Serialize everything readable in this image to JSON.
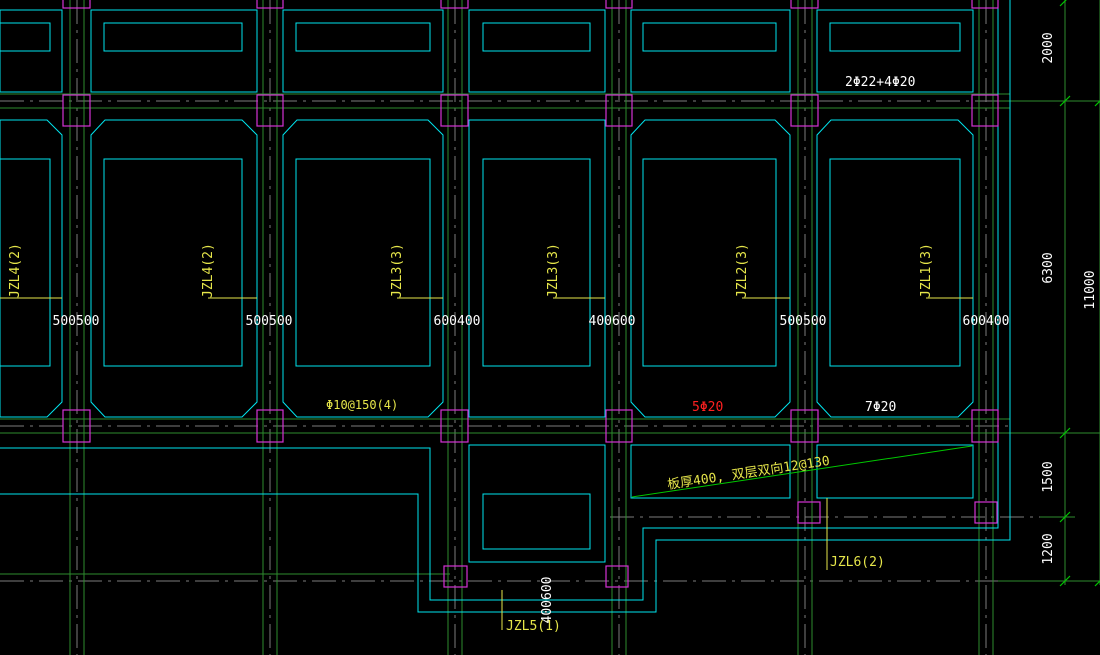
{
  "colors": {
    "background": "#000000",
    "outline": "#00e5ee",
    "column": "#d433d4",
    "axis": "#7d7d7d",
    "grid_line": "#2e8b2e",
    "dimension": "#00c800",
    "label": "#e6e64a",
    "annotation": "#ffffff",
    "highlight": "#ff2020"
  },
  "beam_labels": [
    "JZL4(2)",
    "JZL4(2)",
    "JZL3(3)",
    "JZL3(3)",
    "JZL2(3)",
    "JZL1(3)",
    "JZL6(2)",
    "JZL5(1)"
  ],
  "beam_widths": [
    "500500",
    "500500",
    "600400",
    "400600",
    "500500",
    "600400",
    "400600"
  ],
  "annotations": {
    "top_rebar": "2Φ22+4Φ20",
    "stirrup": "Φ10@150(4)",
    "bottom_red": "5Φ20",
    "bottom_white": "7Φ20",
    "slab_note": "板厚400, 双层双向12@130"
  },
  "dimensions": {
    "d2000": "2000",
    "d6300": "6300",
    "d1500": "1500",
    "d1200": "1200",
    "total": "11000"
  }
}
